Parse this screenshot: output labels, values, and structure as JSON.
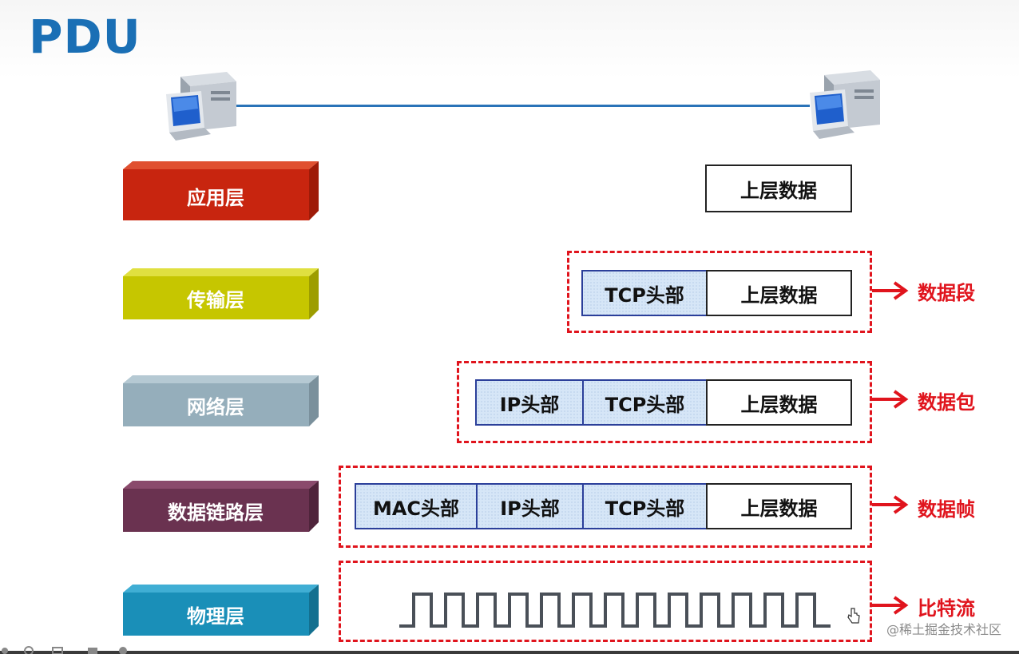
{
  "title": "PDU",
  "layers": [
    {
      "name": "应用层",
      "color": "#c8250f",
      "side": "#9e1b08",
      "top": "#e05030"
    },
    {
      "name": "传输层",
      "color": "#c6c600",
      "side": "#9d9d00",
      "top": "#e0e040"
    },
    {
      "name": "网络层",
      "color": "#95aebb",
      "side": "#7a909c",
      "top": "#b5c9d3"
    },
    {
      "name": "数据链路层",
      "color": "#6a3250",
      "side": "#4f243b",
      "top": "#8a4a6c"
    },
    {
      "name": "物理层",
      "color": "#1a8fb8",
      "side": "#137090",
      "top": "#40aed4"
    }
  ],
  "units": {
    "mac_header": "MAC头部",
    "ip_header": "IP头部",
    "tcp_header": "TCP头部",
    "upper_data": "上层数据"
  },
  "pdu_names": {
    "segment": "数据段",
    "packet": "数据包",
    "frame": "数据帧",
    "bitstream": "比特流"
  },
  "watermark": "@稀土掘金技术社区",
  "colors": {
    "accent_red": "#e0141d",
    "title_blue": "#1a6fb5",
    "link_blue": "#2a73b8"
  }
}
